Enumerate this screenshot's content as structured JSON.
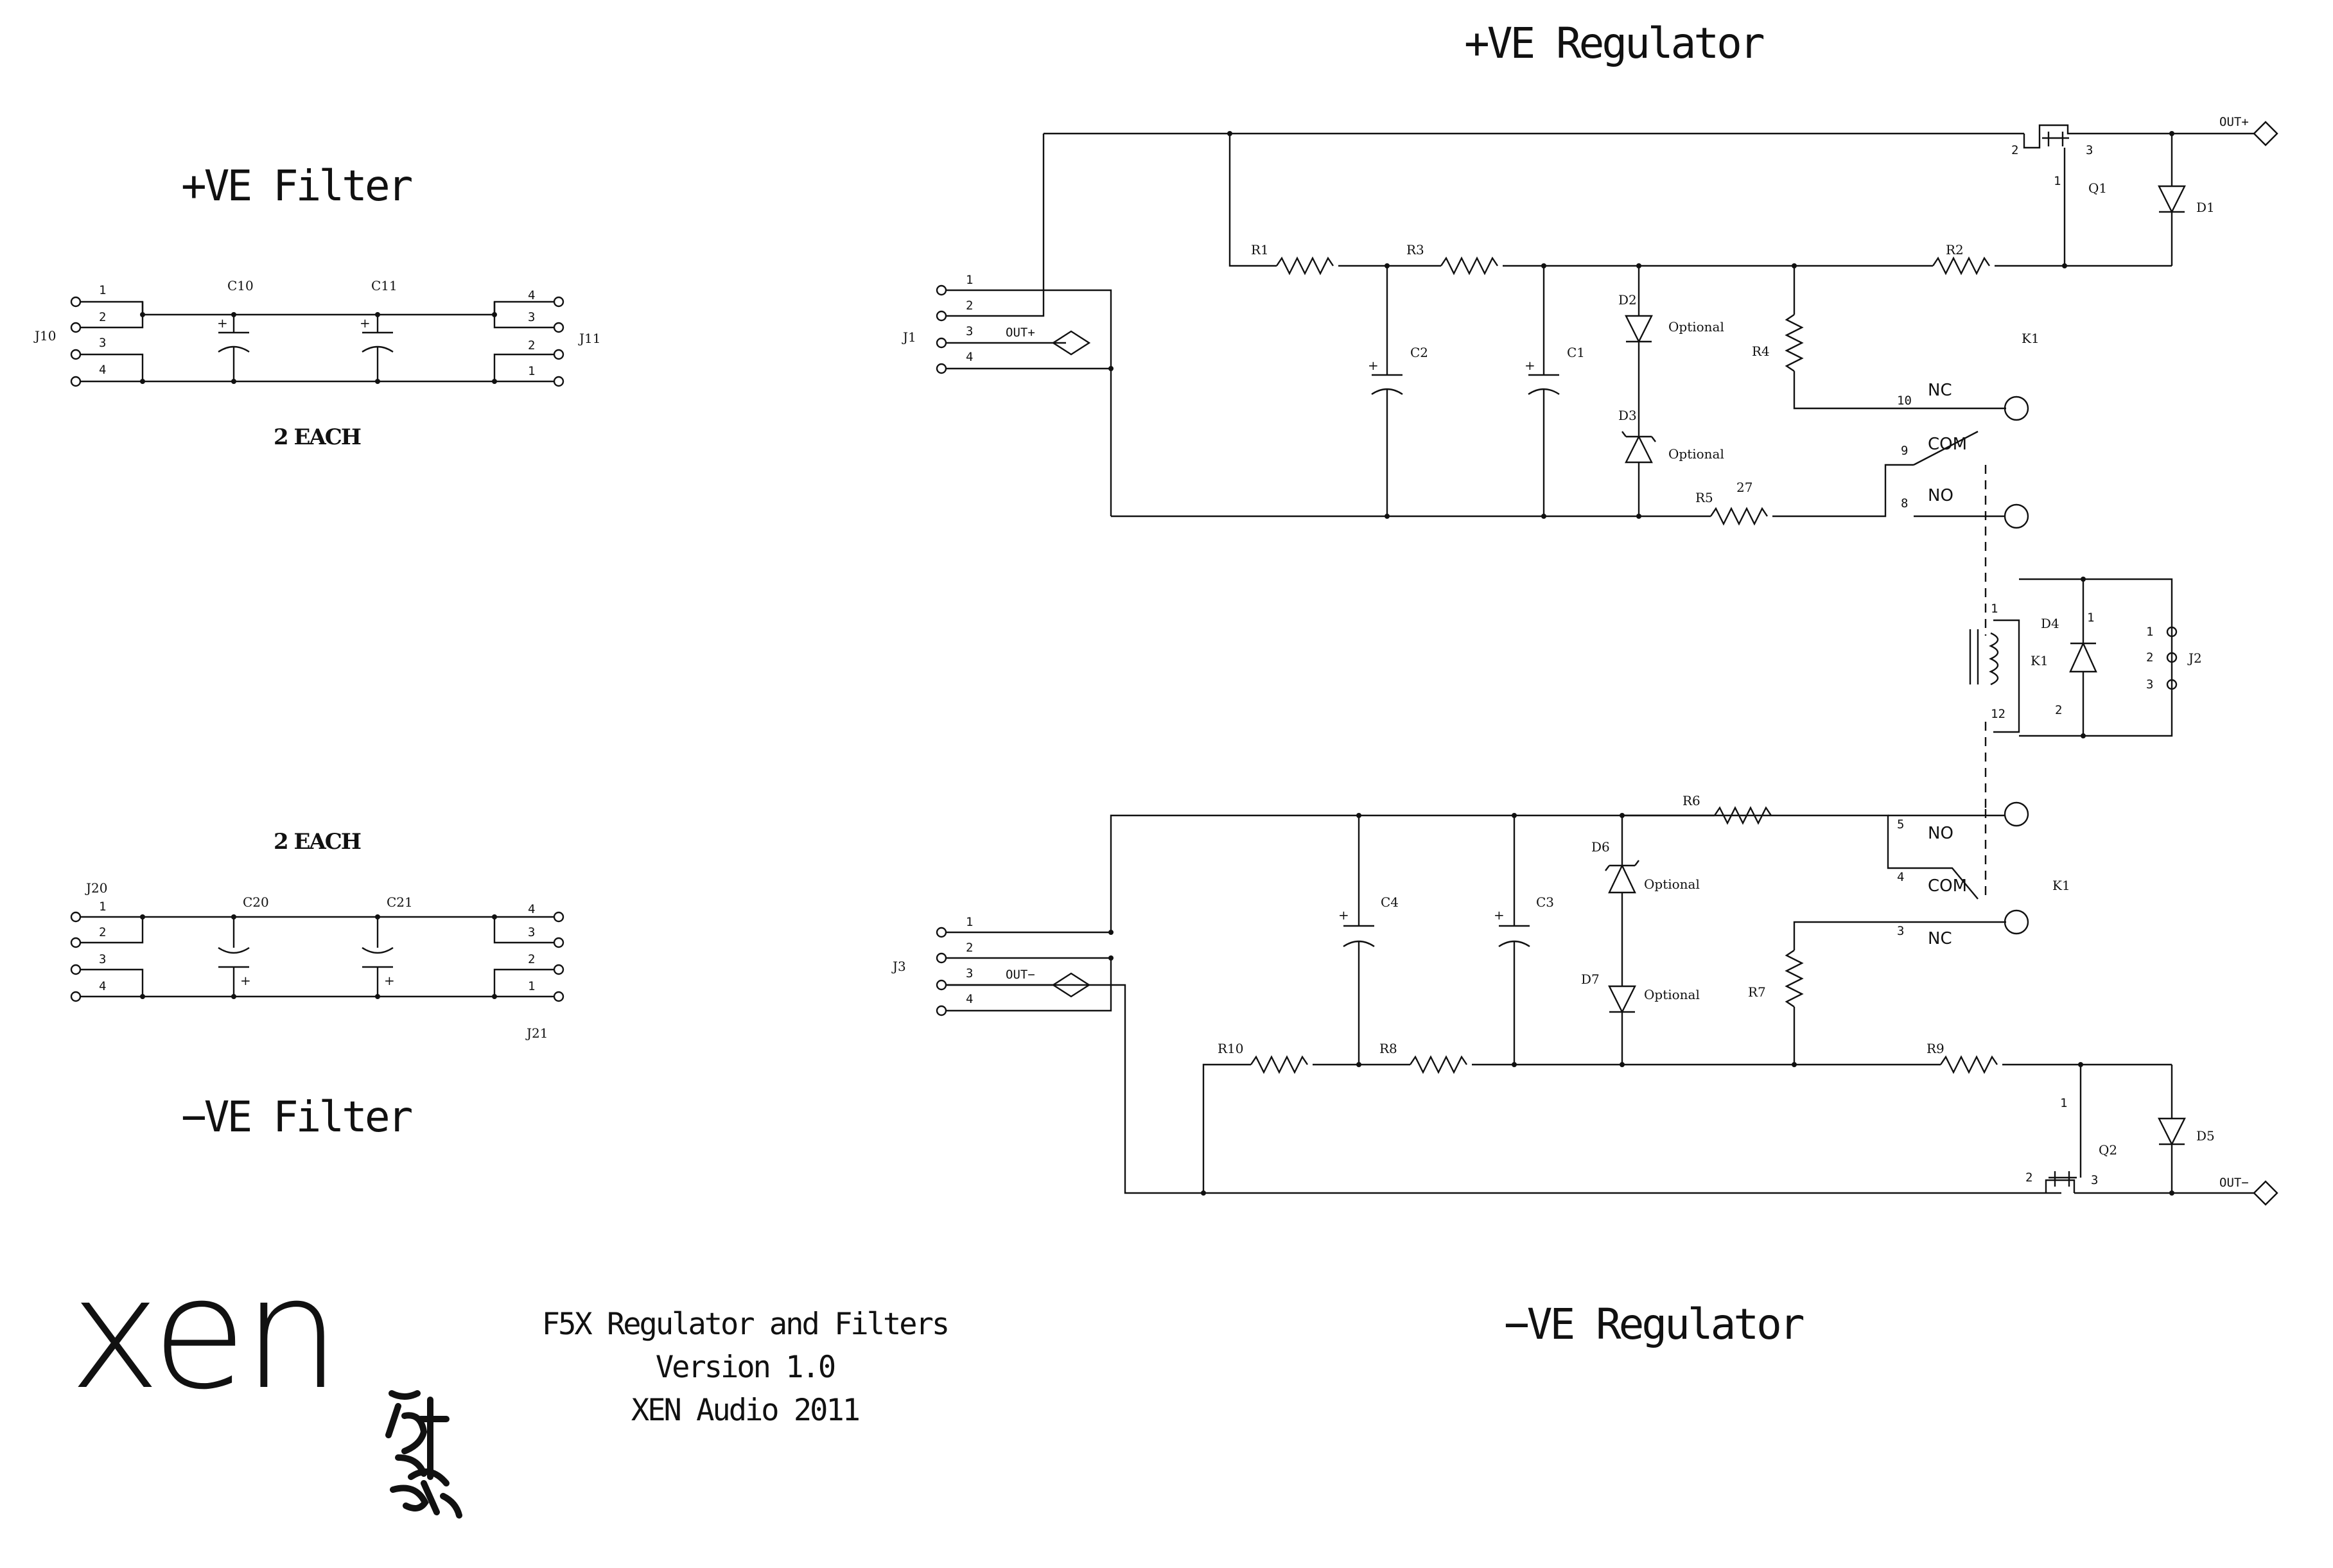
{
  "sections": {
    "pos_filter": "+VE Filter",
    "neg_filter": "−VE Filter",
    "pos_regulator": "+VE Regulator",
    "neg_regulator": "−VE Regulator"
  },
  "filter_notes": {
    "pos": "2 EACH",
    "neg": "2 EACH"
  },
  "title_block": {
    "line1": "F5X Regulator and Filters",
    "line2": "Version 1.0",
    "line3": "XEN Audio 2011"
  },
  "logo": {
    "text": "xen"
  },
  "relay_contacts": {
    "nc": "NC",
    "com": "COM",
    "no": "NO"
  },
  "labels": {
    "optional": "Optional",
    "r5_value": "27",
    "out_pos": "OUT+",
    "out_neg": "OUT−"
  },
  "components": {
    "connectors": [
      "J10",
      "J11",
      "J20",
      "J21",
      "J1",
      "J3",
      "J2"
    ],
    "capacitors": [
      "C10",
      "C11",
      "C20",
      "C21",
      "C1",
      "C2",
      "C3",
      "C4"
    ],
    "resistors": [
      "R1",
      "R2",
      "R3",
      "R4",
      "R5",
      "R6",
      "R7",
      "R8",
      "R9",
      "R10"
    ],
    "diodes": [
      "D1",
      "D2",
      "D3",
      "D4",
      "D5",
      "D6",
      "D7"
    ],
    "transistors": [
      "Q1",
      "Q2"
    ],
    "relays": [
      "K1"
    ]
  },
  "pin_numbers": [
    "1",
    "2",
    "3",
    "4",
    "8",
    "9",
    "10",
    "12",
    "5",
    "4",
    "3"
  ]
}
